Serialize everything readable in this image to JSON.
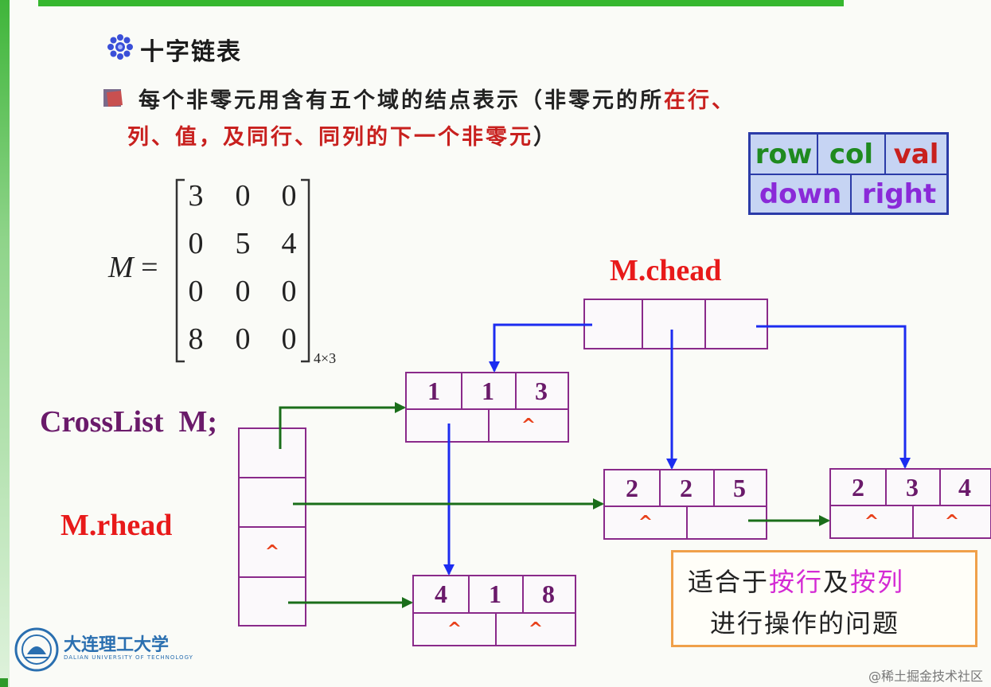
{
  "heading": "十字链表",
  "description": {
    "line1_black": "每个非零元用含有五个域的结点表示（非零元的所",
    "line1_red": "在行、",
    "line2_red_a": "列、值，及",
    "line2_red_b": "同行、同列的下一个非零元",
    "line2_close": "）"
  },
  "legend": {
    "row": "row",
    "col": "col",
    "val": "val",
    "down": "down",
    "right": "right",
    "colors": {
      "row": "#1f8a1f",
      "col": "#1f8a1f",
      "val": "#c8201e",
      "down": "#8a2ad8",
      "right": "#8a2ad8"
    }
  },
  "matrix": {
    "name": "M =",
    "rows": [
      [
        "3",
        "0",
        "0"
      ],
      [
        "0",
        "5",
        "4"
      ],
      [
        "0",
        "0",
        "0"
      ],
      [
        "8",
        "0",
        "0"
      ]
    ],
    "dims": "4×3"
  },
  "labels": {
    "chead": "M.chead",
    "declaration": "CrossList  M;",
    "rhead": "M.rhead"
  },
  "rhead_cells": [
    "",
    "",
    "^",
    ""
  ],
  "nodes": [
    {
      "row": "1",
      "col": "1",
      "val": "3",
      "down": "",
      "right": "^"
    },
    {
      "row": "2",
      "col": "2",
      "val": "5",
      "down": "^",
      "right": ""
    },
    {
      "row": "2",
      "col": "3",
      "val": "4",
      "down": "^",
      "right": "^"
    },
    {
      "row": "4",
      "col": "1",
      "val": "8",
      "down": "^",
      "right": "^"
    }
  ],
  "note": {
    "line1_a": "适合于",
    "line1_b": "按行",
    "line1_c": "及",
    "line1_d": "按列",
    "line2": "进行操作的问题"
  },
  "logo": {
    "name": "大连理工大学",
    "sub": "DALIAN UNIVERSITY OF TECHNOLOGY"
  },
  "watermark": "@稀土掘金技术社区",
  "colors": {
    "arrow_blue": "#1c2cf0",
    "arrow_green": "#1a6e1a",
    "node_border": "#8a2a8a"
  }
}
